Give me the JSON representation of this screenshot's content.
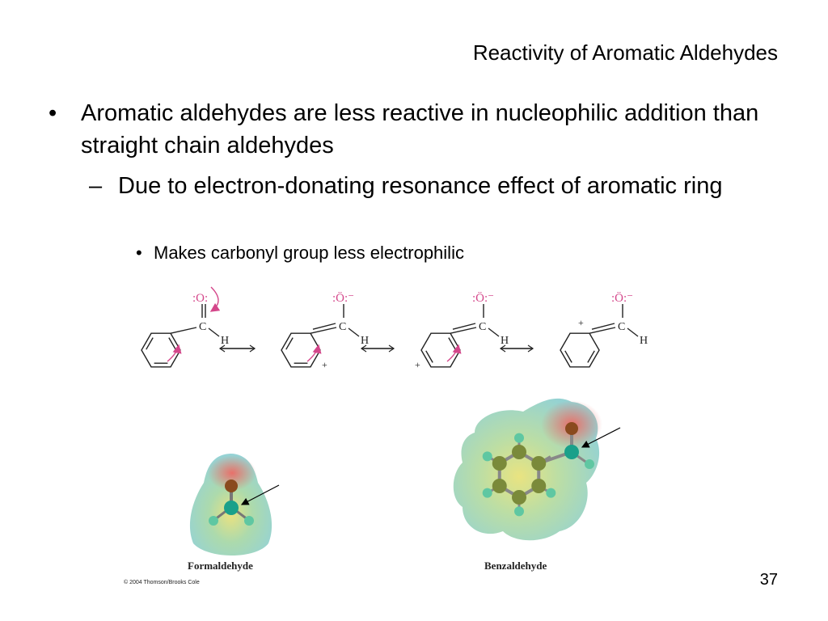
{
  "slide": {
    "title": "Reactivity of Aromatic Aldehydes",
    "bullet1_mark": "•",
    "bullet1": "Aromatic aldehydes are less reactive in nucleophilic addition than straight chain aldehydes",
    "bullet2_mark": "–",
    "bullet2": "Due to electron-donating resonance effect of aromatic ring",
    "bullet3_mark": "•",
    "bullet3": "Makes carbonyl group less electrophilic",
    "page_number": "37"
  },
  "figure": {
    "atoms": {
      "o_neutral": ":O:",
      "o_anion": ":Ö:⁻",
      "carbon": "C",
      "hydrogen": "H",
      "plus": "+"
    },
    "labels": {
      "formaldehyde": "Formaldehyde",
      "benzaldehyde": "Benzaldehyde"
    },
    "copyright": "© 2004 Thomson/Brooks Cole"
  },
  "colors": {
    "pink_arrow": "#d4468a",
    "oxygen": "#8a4a1e",
    "carbon_formal": "#1aa08a",
    "carbon_ring": "#7a8a3a",
    "hydrogen": "#5fc7a2"
  }
}
